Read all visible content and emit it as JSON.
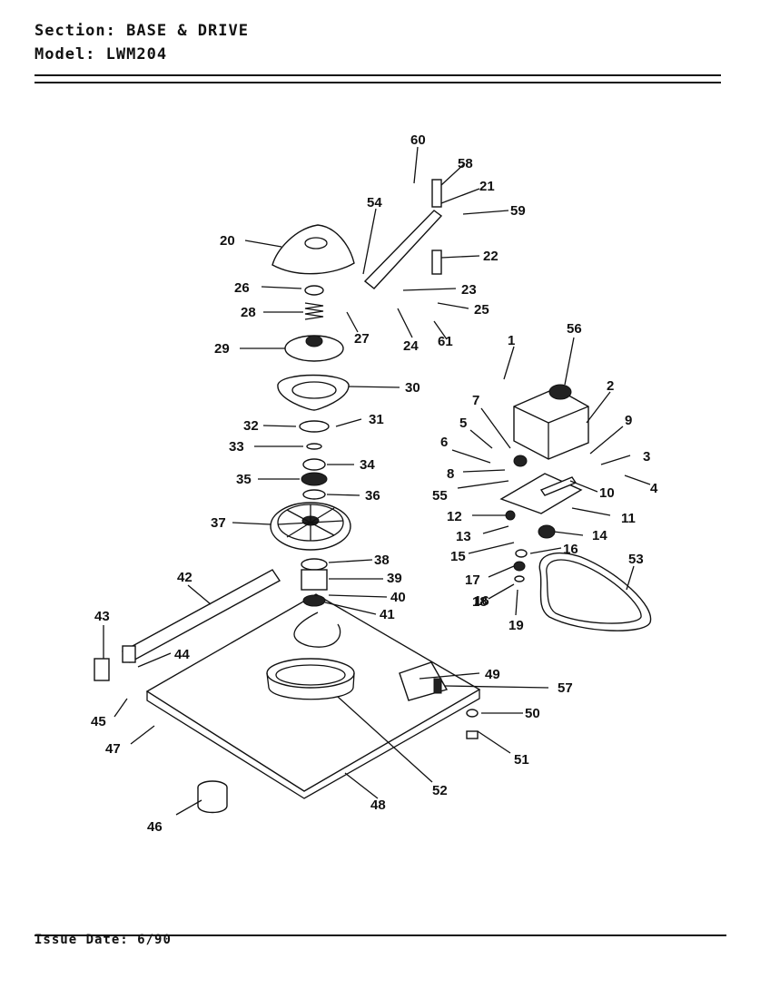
{
  "header": {
    "section_label": "Section:",
    "section_value": "BASE & DRIVE",
    "model_label": "Model:",
    "model_value": "LWM204"
  },
  "footer": {
    "issue_label": "Issue Date:",
    "issue_value": "6/90"
  },
  "callouts": [
    "1",
    "2",
    "3",
    "4",
    "5",
    "6",
    "7",
    "8",
    "9",
    "10",
    "11",
    "12",
    "13",
    "14",
    "15",
    "16",
    "16",
    "17",
    "18",
    "19",
    "20",
    "21",
    "22",
    "23",
    "24",
    "25",
    "26",
    "27",
    "28",
    "29",
    "30",
    "31",
    "32",
    "33",
    "34",
    "35",
    "36",
    "37",
    "38",
    "39",
    "40",
    "41",
    "42",
    "43",
    "44",
    "45",
    "46",
    "47",
    "48",
    "49",
    "50",
    "51",
    "52",
    "53",
    "54",
    "55",
    "56",
    "57",
    "58",
    "59",
    "60",
    "61"
  ]
}
